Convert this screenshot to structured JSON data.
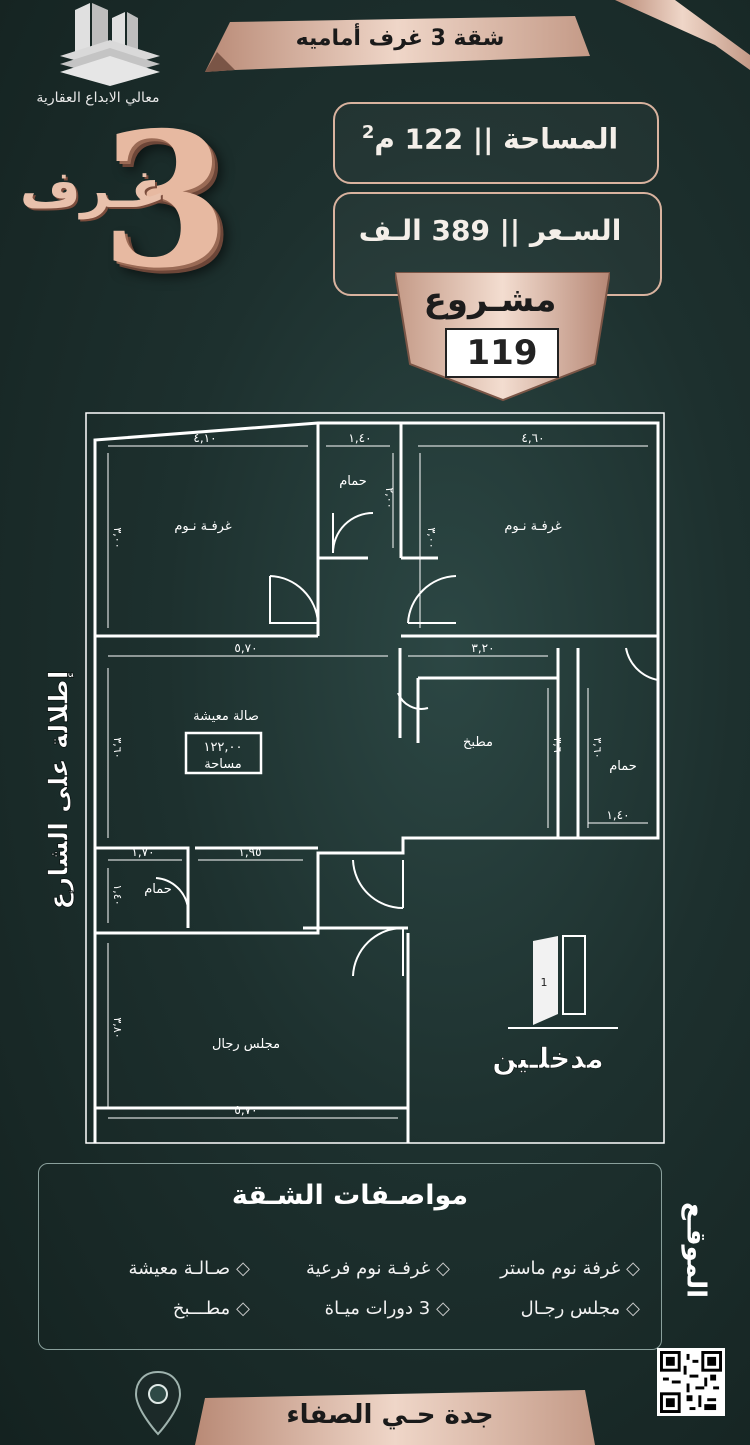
{
  "brand": {
    "name": "معالي الابداع العقارية"
  },
  "header": {
    "title": "شقة 3 غرف أماميه"
  },
  "hero": {
    "number": "3",
    "word": "غـرف"
  },
  "info": {
    "area_label": "المساحة",
    "area_value": "122 م",
    "area_unit_sup": "2",
    "price_label": "السـعر",
    "price_value": "389 الـف"
  },
  "project": {
    "label": "مشـروع",
    "number": "119"
  },
  "plan": {
    "street_view_label": "إطلالة على الشارع",
    "entrances_label": "مدخلـين",
    "entrance_door_number": "1",
    "rooms": {
      "bedroom_left": "غرفـة نـوم",
      "bedroom_right": "غرفـة نـوم",
      "bath_top": "حمام",
      "living": "صالة معيشة",
      "living_area_value": "١٢٢,٠٠",
      "living_area_label": "مساحة",
      "kitchen": "مطبخ",
      "bath_right": "حمام",
      "bath_small": "حمام",
      "men_majlis": "مجلس رجال"
    },
    "dims": {
      "d1": "٤,١٠",
      "d2": "١,٤٠",
      "d3": "٤,٦٠",
      "d4": "٥,٧٠",
      "d5": "٣,٢٠",
      "d6": "١,٧٠",
      "d7": "١,٩٥",
      "d8": "١,٤٠",
      "d9": "٥,٧٠",
      "v1": "٣,٠٠",
      "v2": "٢,٠٠",
      "v3": "٣,٠٠",
      "v4": "٣,٦٠",
      "v5": "٣,٦٠",
      "v6": "٣,٦٠",
      "v7": "١,٤٠",
      "v8": "٣,٨٠"
    }
  },
  "specs": {
    "title": "مواصـفات الشـقة",
    "items": [
      "غرفة نوم ماستر",
      "غرفـة نوم فرعية",
      "صـالـة معيشة",
      "مجلس رجـال",
      "3 دورات ميـاة",
      "مطـــبخ"
    ],
    "location_label": "الموقـع"
  },
  "footer": {
    "location": "جدة حـي الصفاء"
  },
  "colors": {
    "background": "#1d302e",
    "accent": "#d9b39f",
    "ribbon": "#c9a08c"
  }
}
